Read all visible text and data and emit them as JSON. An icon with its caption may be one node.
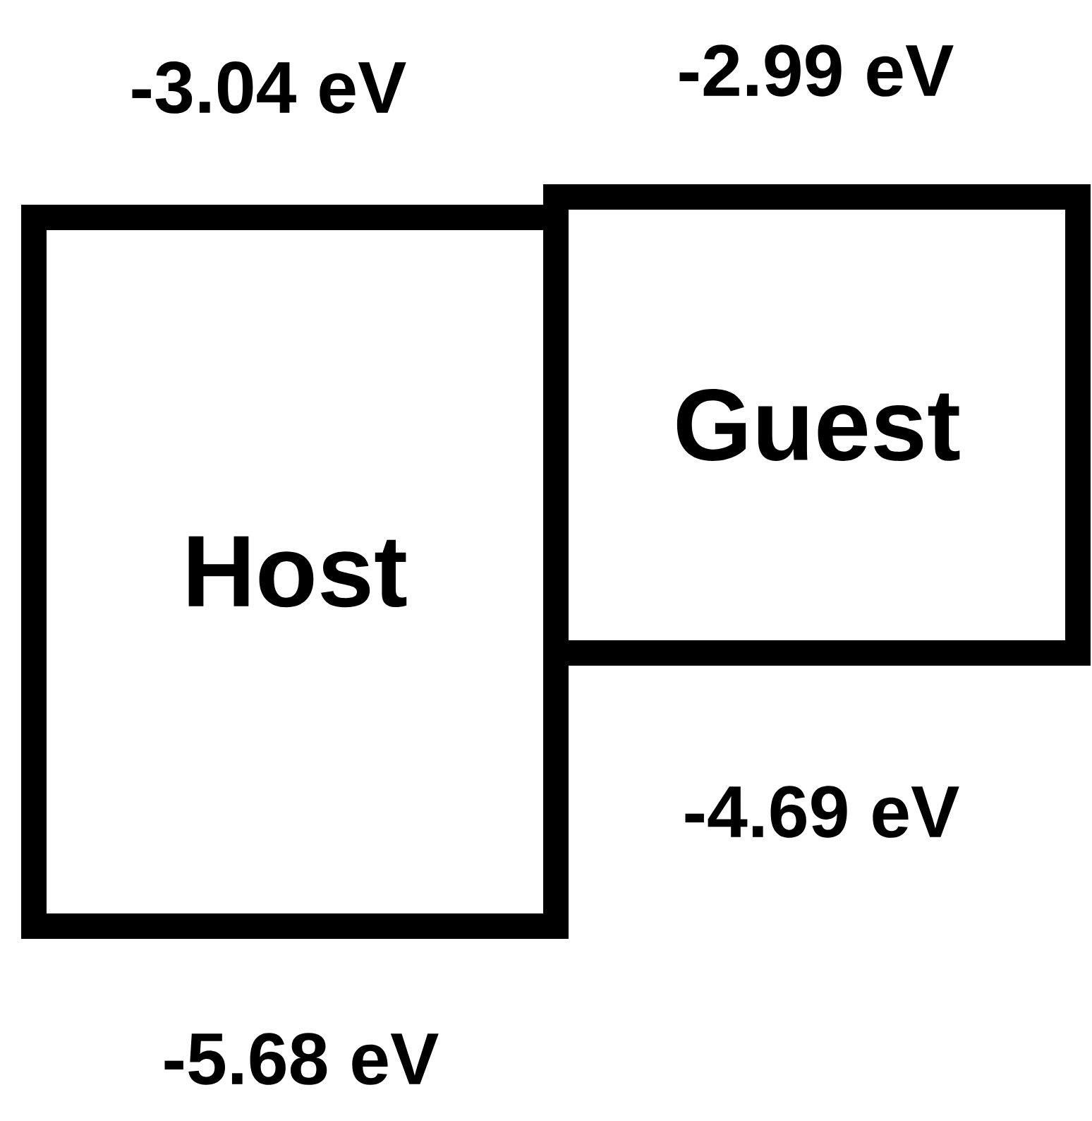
{
  "diagram": {
    "nodes": [
      {
        "text": [
          "Host"
        ],
        "beside": [
          "-3.04 eV",
          "-5.68 eV"
        ]
      },
      {
        "text": [
          "Guest"
        ],
        "beside": [
          "-2.99 eV",
          "-4.69 eV"
        ]
      }
    ]
  }
}
